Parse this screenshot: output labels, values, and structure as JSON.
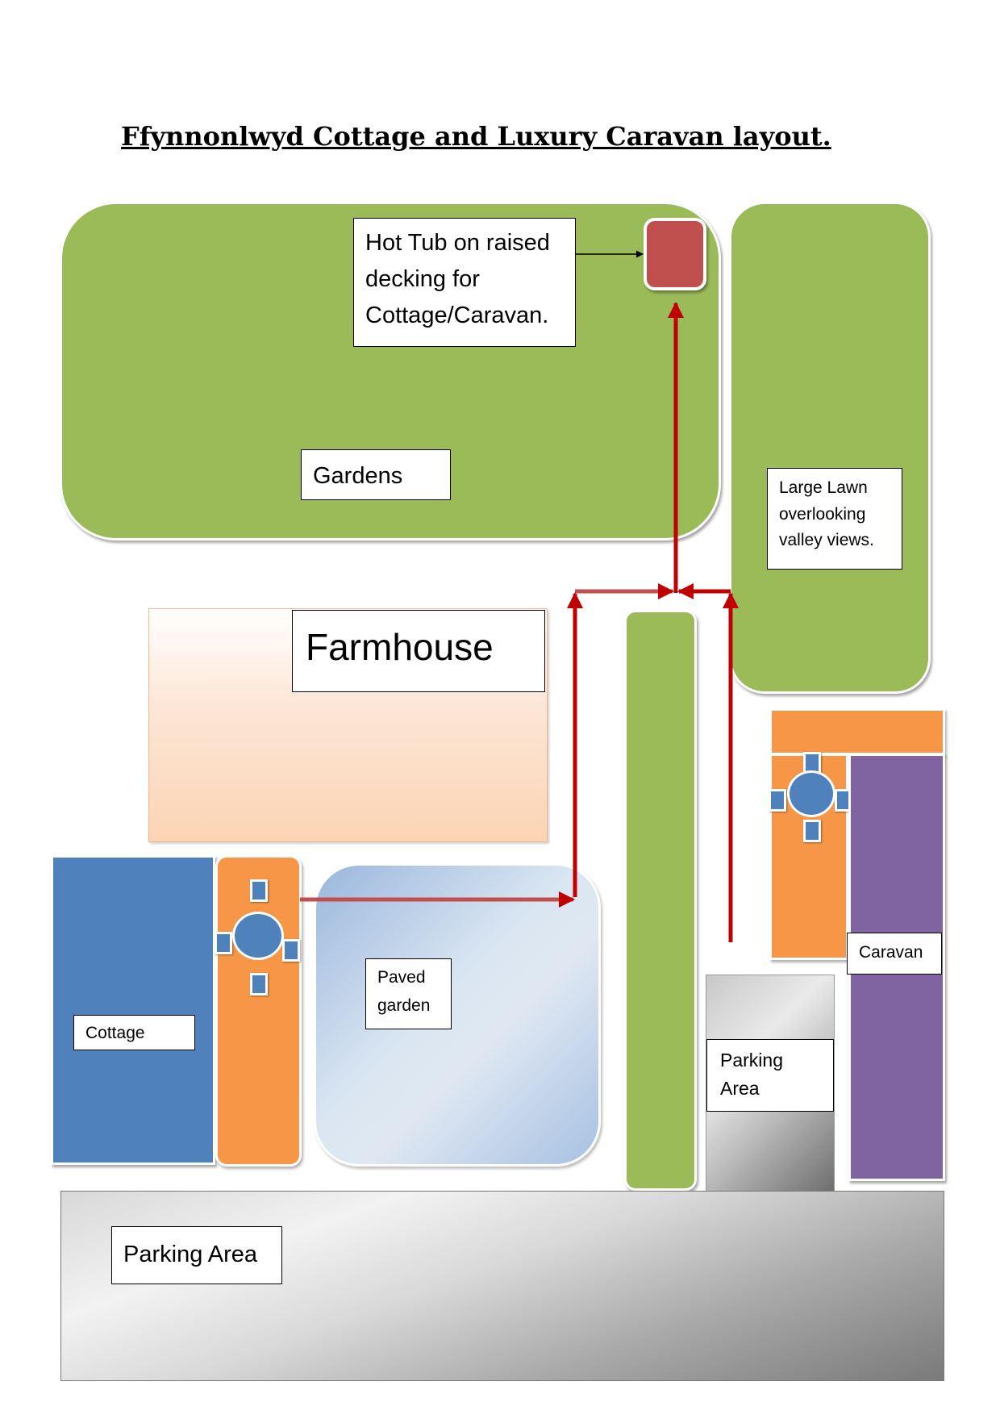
{
  "title": "Ffynnonlwyd Cottage and Luxury Caravan layout.",
  "labels": {
    "hot_tub": [
      "Hot Tub on raised",
      "decking for",
      "Cottage/Caravan."
    ],
    "gardens": "Gardens",
    "large_lawn": [
      "Large Lawn",
      "overlooking",
      "valley views."
    ],
    "farmhouse": "Farmhouse",
    "cottage": "Cottage",
    "paved_garden": [
      "Paved",
      "garden"
    ],
    "caravan": "Caravan",
    "parking_small": [
      "Parking",
      "Area"
    ],
    "parking_main": "Parking Area"
  },
  "colors": {
    "garden_green": "#9bbb59",
    "cottage_blue": "#4f81bd",
    "patio_orange": "#f79646",
    "caravan_purple": "#8064a2",
    "hot_tub_red": "#c0504d",
    "path_arrow_red": "#c00000",
    "farmhouse_peach": "#fbd4b4",
    "paved_blue": "#9bb7dd"
  }
}
